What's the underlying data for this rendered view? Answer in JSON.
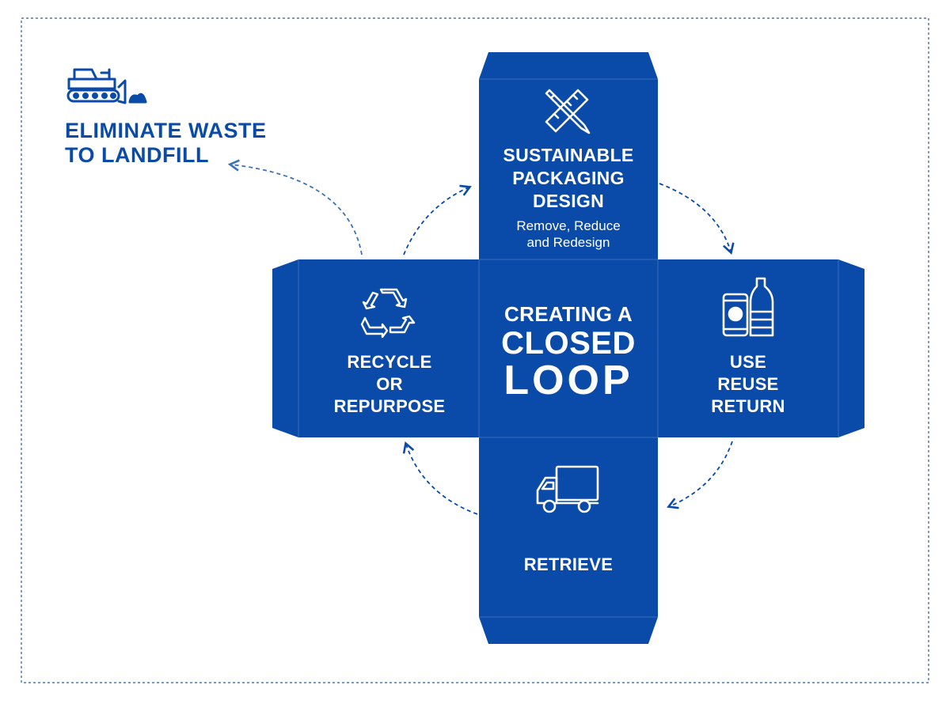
{
  "colors": {
    "panel": "#0a4aa8",
    "panel_line": "#2b63b8",
    "arrow": "#0a4aa8",
    "border": "#2d5b8f",
    "text_on_panel": "#ffffff"
  },
  "goal": {
    "icon": "bulldozer-icon",
    "lines": [
      "ELIMINATE WASTE",
      "TO LANDFILL"
    ]
  },
  "center": {
    "lines": [
      "CREATING A",
      "CLOSED",
      "LOOP"
    ]
  },
  "stages": {
    "top": {
      "icon": "pencil-ruler-icon",
      "title_lines": [
        "SUSTAINABLE",
        "PACKAGING",
        "DESIGN"
      ],
      "subtitle_lines": [
        "Remove, Reduce",
        "and Redesign"
      ]
    },
    "right": {
      "icon": "can-bottle-icon",
      "title_lines": [
        "USE",
        "REUSE",
        "RETURN"
      ]
    },
    "bottom": {
      "icon": "delivery-truck-icon",
      "title_lines": [
        "RETRIEVE"
      ]
    },
    "left": {
      "icon": "recycle-icon",
      "title_lines": [
        "RECYCLE",
        "OR",
        "REPURPOSE"
      ]
    }
  }
}
